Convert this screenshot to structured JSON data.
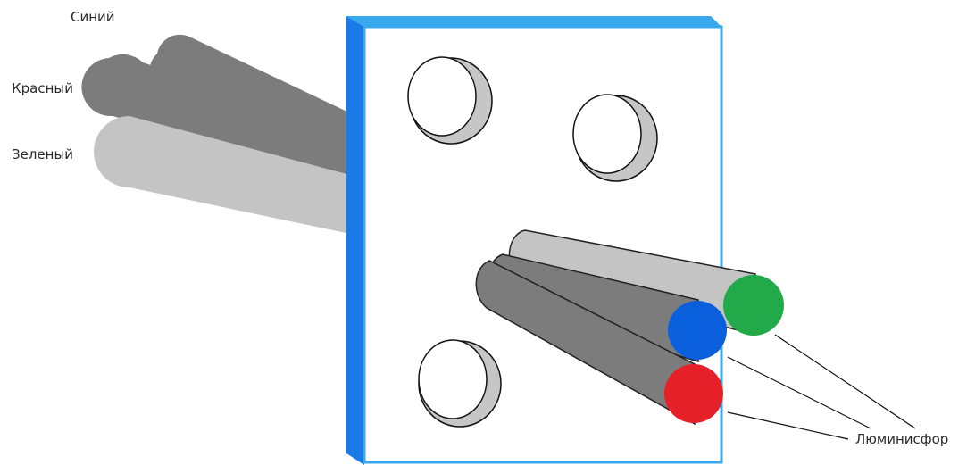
{
  "labels": {
    "blue": "Синий",
    "red": "Красный",
    "green": "Зеленый",
    "phosphor": "Люминисфор"
  },
  "colors": {
    "frame": "#1a7be6",
    "frame_light": "#39a8ee",
    "beam_dark": "#7c7c7c",
    "beam_light": "#c4c4c4",
    "hole_shadow": "#c6c6c6",
    "dot_green": "#22a94a",
    "dot_blue": "#0a5fdc",
    "dot_red": "#e52028"
  }
}
